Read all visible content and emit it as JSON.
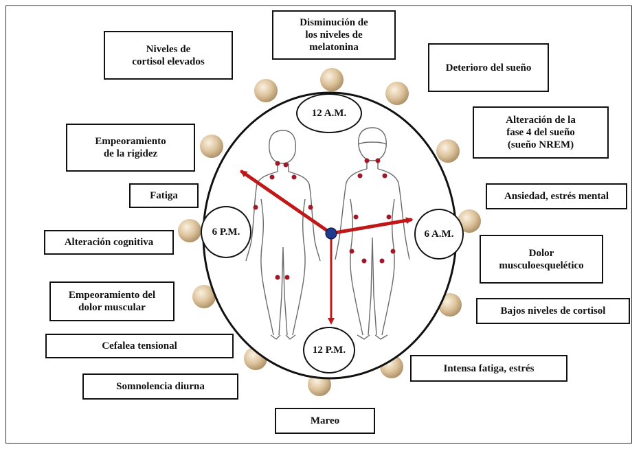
{
  "clock_labels": {
    "top": "12 A.M.",
    "right": "6 A.M.",
    "bottom": "12 P.M.",
    "left": "6 P.M."
  },
  "boxes": {
    "melatonina": "Disminución de\nlos  niveles de\nmelatonina",
    "cortisol_elevados": "Niveles de\ncortisol elevados",
    "deterioro_sueno": "Deterioro del sueño",
    "fase4": "Alteración de la\nfase 4 del sueño\n(sueño NREM)",
    "rigidez": "Empeoramiento\nde la rigidez",
    "fatiga": "Fatiga",
    "ansiedad": "Ansiedad, estrés mental",
    "cognitiva": "Alteración cognitiva",
    "dolor_musculoesqueletico": "Dolor\nmusculoesquelético",
    "dolor_muscular": "Empeoramiento del\ndolor muscular",
    "bajos_cortisol": "Bajos niveles de cortisol",
    "cefalea": "Cefalea tensional",
    "intensa_fatiga": "Intensa fatiga, estrés",
    "somnolencia": "Somnolencia diurna",
    "mareo": "Mareo"
  },
  "colors": {
    "hands": "#c01818",
    "center_dot": "#1f3a8a",
    "tender_points": "#a01828",
    "beads": "#d9bf96"
  }
}
